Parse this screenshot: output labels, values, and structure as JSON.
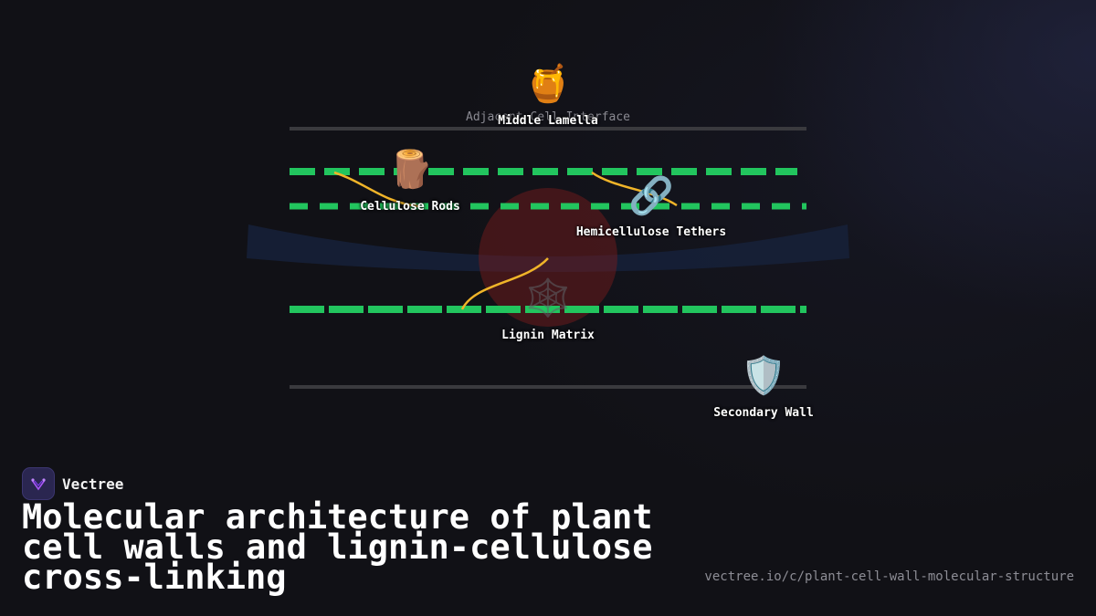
{
  "diagram": {
    "nodes": [
      {
        "id": "middle-lamella",
        "label": "Middle Lamella",
        "icon": "honey-pot-icon",
        "glyph": "🍯",
        "sublabel": "Adjacent Cell Interface"
      },
      {
        "id": "cellulose-rods",
        "label": "Cellulose Rods",
        "icon": "wood-log-icon",
        "glyph": "🪵"
      },
      {
        "id": "hemicellulose-tethers",
        "label": "Hemicellulose Tethers",
        "icon": "chain-link-icon",
        "glyph": "🔗"
      },
      {
        "id": "lignin-matrix",
        "label": "Lignin Matrix",
        "icon": "spider-web-icon",
        "glyph": "🕸️"
      },
      {
        "id": "secondary-wall",
        "label": "Secondary Wall",
        "icon": "shield-icon",
        "glyph": "🛡️"
      }
    ],
    "colors": {
      "boundary_line": "#3a3a3e",
      "microfibril": "#22c55e",
      "tether": "#f0b429",
      "matrix_glow": "#7f1d1d",
      "band": "#16213a"
    }
  },
  "footer": {
    "brand": "Vectree",
    "title": "Molecular architecture of plant cell walls and lignin-cellulose cross-linking",
    "url": "vectree.io/c/plant-cell-wall-molecular-structure"
  }
}
